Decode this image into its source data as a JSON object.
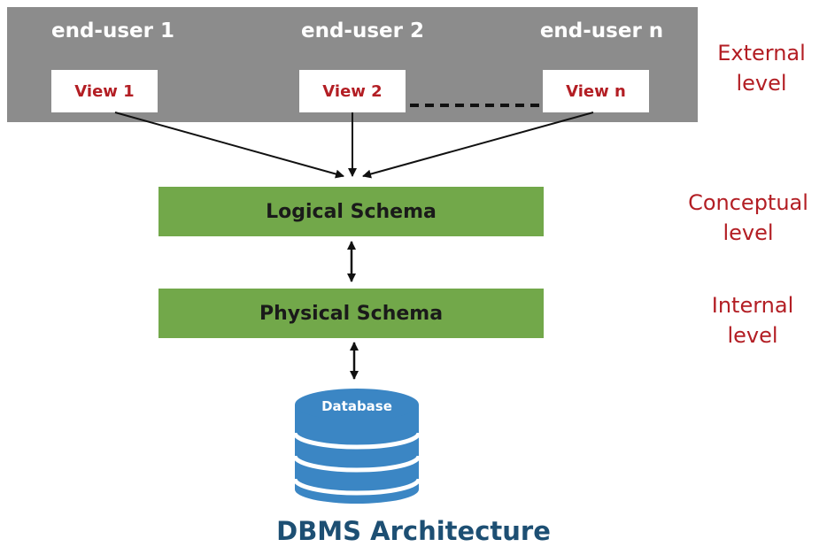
{
  "external": {
    "users": [
      "end-user 1",
      "end-user 2",
      "end-user n"
    ],
    "views": [
      "View 1",
      "View 2",
      "View n"
    ],
    "level_label_line1": "External",
    "level_label_line2": "level"
  },
  "conceptual": {
    "schema_label": "Logical Schema",
    "level_label_line1": "Conceptual",
    "level_label_line2": "level"
  },
  "internal": {
    "schema_label": "Physical Schema",
    "level_label_line1": "Internal",
    "level_label_line2": "level"
  },
  "database": {
    "label": "Database"
  },
  "title": "DBMS Architecture",
  "colors": {
    "panel": "#8c8c8c",
    "schema_box": "#72a84a",
    "level_text": "#b31e24",
    "view_text": "#b31e24",
    "database": "#3b86c4",
    "title": "#1d4f73"
  }
}
